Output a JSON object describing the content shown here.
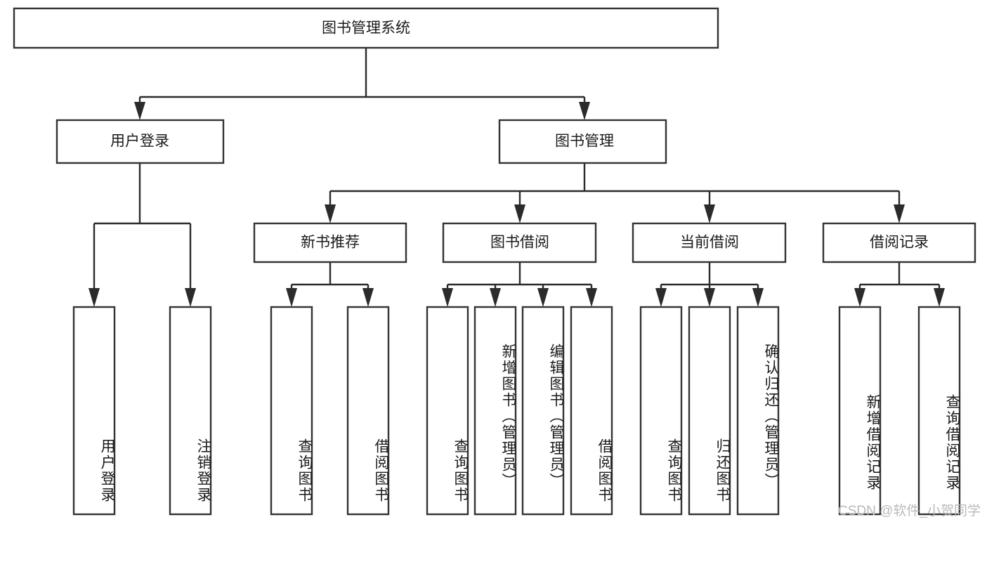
{
  "diagram": {
    "title": "图书管理系统",
    "watermark": "CSDN @软件_小贺同学",
    "colors": {
      "box_stroke": "#333333",
      "box_fill": "#ffffff",
      "connector": "#2b2b2b",
      "text": "#1a1a1a",
      "watermark": "#b9b9b9",
      "background": "#ffffff"
    },
    "root": {
      "label": "图书管理系统"
    },
    "level2": [
      {
        "label": "用户登录"
      },
      {
        "label": "图书管理"
      }
    ],
    "level3": [
      {
        "label": "新书推荐"
      },
      {
        "label": "图书借阅"
      },
      {
        "label": "当前借阅"
      },
      {
        "label": "借阅记录"
      }
    ],
    "leaves": {
      "user_login": [
        {
          "label": "用户登录"
        },
        {
          "label": "注销登录"
        }
      ],
      "new_book_recommend": [
        {
          "label": "查询图书"
        },
        {
          "label": "借阅图书"
        }
      ],
      "book_borrow": [
        {
          "label": "查询图书"
        },
        {
          "label": "新增图书（管理员）"
        },
        {
          "label": "编辑图书（管理员）"
        },
        {
          "label": "借阅图书"
        }
      ],
      "current_borrow": [
        {
          "label": "查询图书"
        },
        {
          "label": "归还图书"
        },
        {
          "label": "确认归还（管理员）"
        }
      ],
      "borrow_record": [
        {
          "label": "新增借阅记录"
        },
        {
          "label": "查询借阅记录"
        }
      ]
    }
  }
}
